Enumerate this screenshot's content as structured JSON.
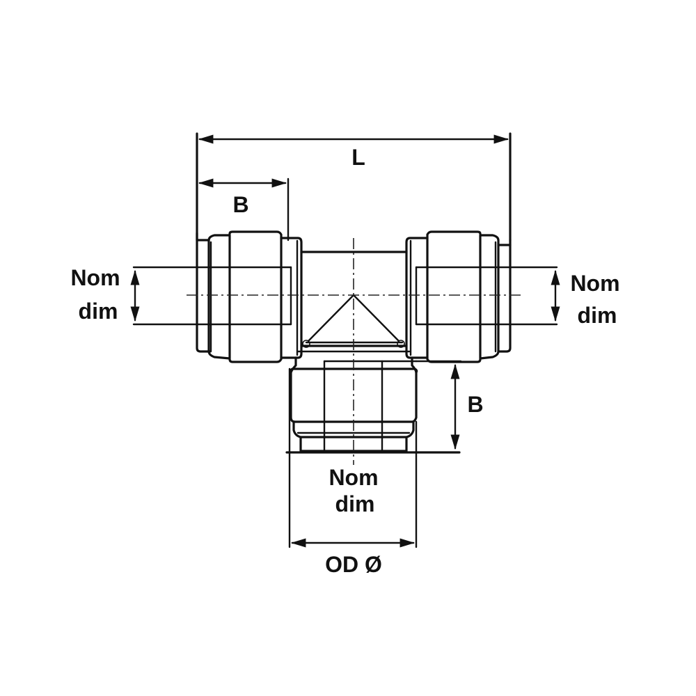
{
  "drawing": {
    "title": "Equal tee push-fit connector dimension drawing",
    "colors": {
      "line": "#111111",
      "background": "#ffffff"
    },
    "labels": {
      "overall_length": "L",
      "body_length_top": "B",
      "body_length_side": "B",
      "left_nom_line1": "Nom",
      "left_nom_line2": "dim",
      "right_nom_line1": "Nom",
      "right_nom_line2": "dim",
      "bottom_nom_line1": "Nom",
      "bottom_nom_line2": "dim",
      "outer_diameter": "OD Ø"
    }
  }
}
